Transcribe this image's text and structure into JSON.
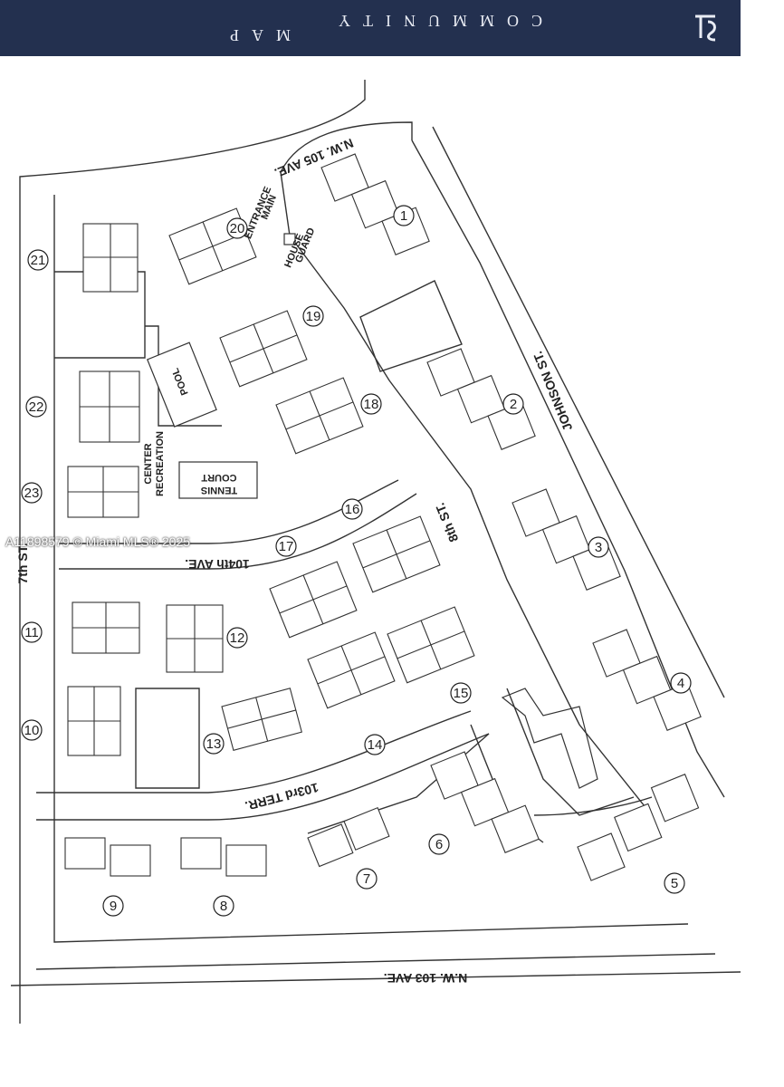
{
  "header": {
    "title_line1": "COMMUNITY",
    "title_line2": "MAP",
    "logo": "community-monogram-logo",
    "background": "#23304f"
  },
  "streets": {
    "nw105": "N.W. 105 AVE.",
    "johnson": "JOHNSON ST.",
    "eighth": "8th ST.",
    "ave104": "104th AVE.",
    "seventh": "7th ST.",
    "terr103": "103rd TERR.",
    "nw103": "N.W. 103 AVE."
  },
  "amenities": {
    "main_entrance_1": "MAIN",
    "main_entrance_2": "ENTRANCE",
    "guard_1": "GUARD",
    "guard_2": "HOUSE",
    "pool": "POOL",
    "rec_1": "RECREATION",
    "rec_2": "CENTER",
    "tennis_1": "TENNIS",
    "tennis_2": "COURT"
  },
  "building_numbers": [
    "1",
    "2",
    "3",
    "4",
    "5",
    "6",
    "7",
    "8",
    "9",
    "10",
    "11",
    "12",
    "13",
    "14",
    "15",
    "16",
    "17",
    "18",
    "19",
    "20",
    "21",
    "22",
    "23"
  ],
  "watermark": "A11898579 © Miami MLS® 2025"
}
